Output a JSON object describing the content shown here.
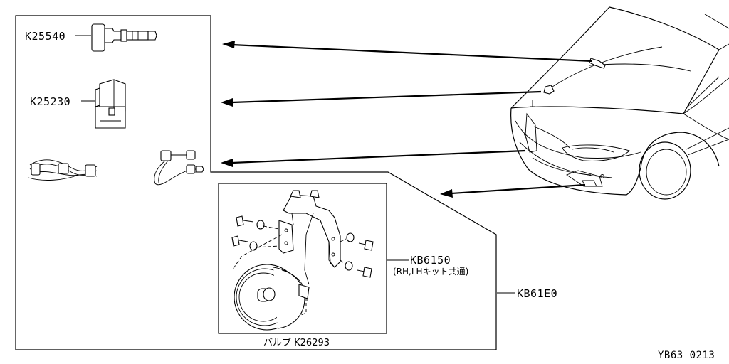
{
  "parts": {
    "switch": "K25540",
    "relay": "K25230",
    "bracket_set": "KB6150",
    "bracket_note": "(RH,LHキット共通)",
    "kit": "KB61E0",
    "bulb_label": "バルブ K26293"
  },
  "diagram_code": "YB63 0213"
}
